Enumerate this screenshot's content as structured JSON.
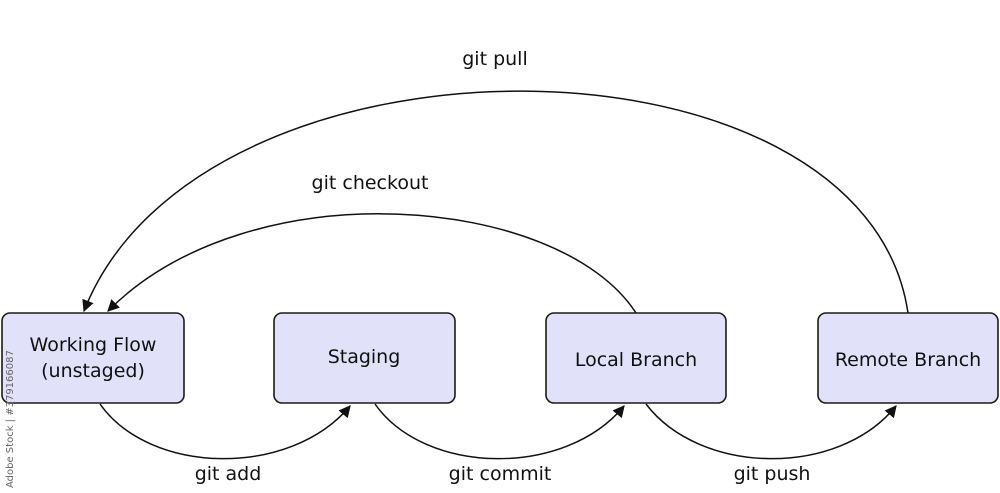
{
  "nodes": [
    {
      "id": "working",
      "lines": [
        "Working Flow",
        "(unstaged)"
      ]
    },
    {
      "id": "staging",
      "lines": [
        "Staging"
      ]
    },
    {
      "id": "local",
      "lines": [
        "Local Branch"
      ]
    },
    {
      "id": "remote",
      "lines": [
        "Remote Branch"
      ]
    }
  ],
  "edges": [
    {
      "from": "working",
      "to": "staging",
      "label": "git add"
    },
    {
      "from": "staging",
      "to": "local",
      "label": "git commit"
    },
    {
      "from": "local",
      "to": "remote",
      "label": "git push"
    },
    {
      "from": "local",
      "to": "working",
      "label": "git checkout"
    },
    {
      "from": "remote",
      "to": "working",
      "label": "git pull"
    }
  ],
  "watermark": "Adobe Stock | #379166087",
  "colors": {
    "node_fill": "#e1e1fa",
    "stroke": "#111111"
  }
}
